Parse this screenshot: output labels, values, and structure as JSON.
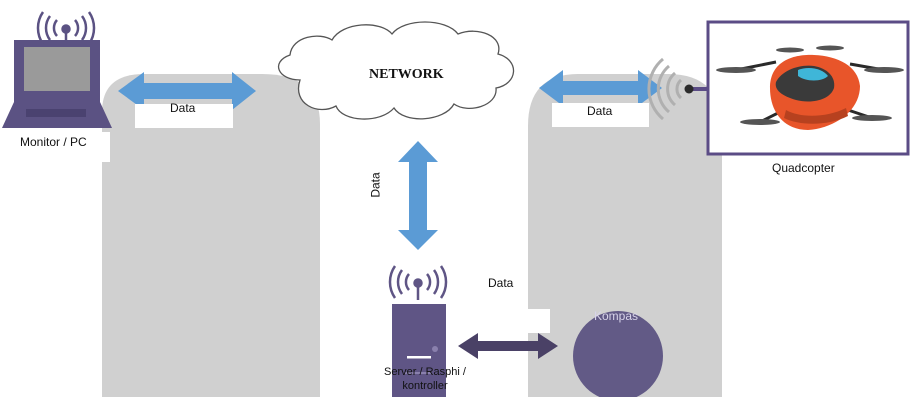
{
  "nodes": {
    "monitor": "Monitor  / PC",
    "network": "NETWORK",
    "quadcopter": "Quadcopter",
    "server": "Server / Rasphi / kontroller",
    "kompas": "Kompas"
  },
  "edges": {
    "pc_network": "Data",
    "network_quad": "Data",
    "network_server": "Data",
    "server_kompas": "Data"
  },
  "colors": {
    "panel": "#d0d0d0",
    "arrow_blue": "#5b9bd5",
    "arrow_dark": "#4a4166",
    "server_box": "#5f5585",
    "kompas_circle": "#625a86",
    "laptop": "#5b5283",
    "frame": "#5b4c86",
    "signal": "#b0b0b0"
  }
}
